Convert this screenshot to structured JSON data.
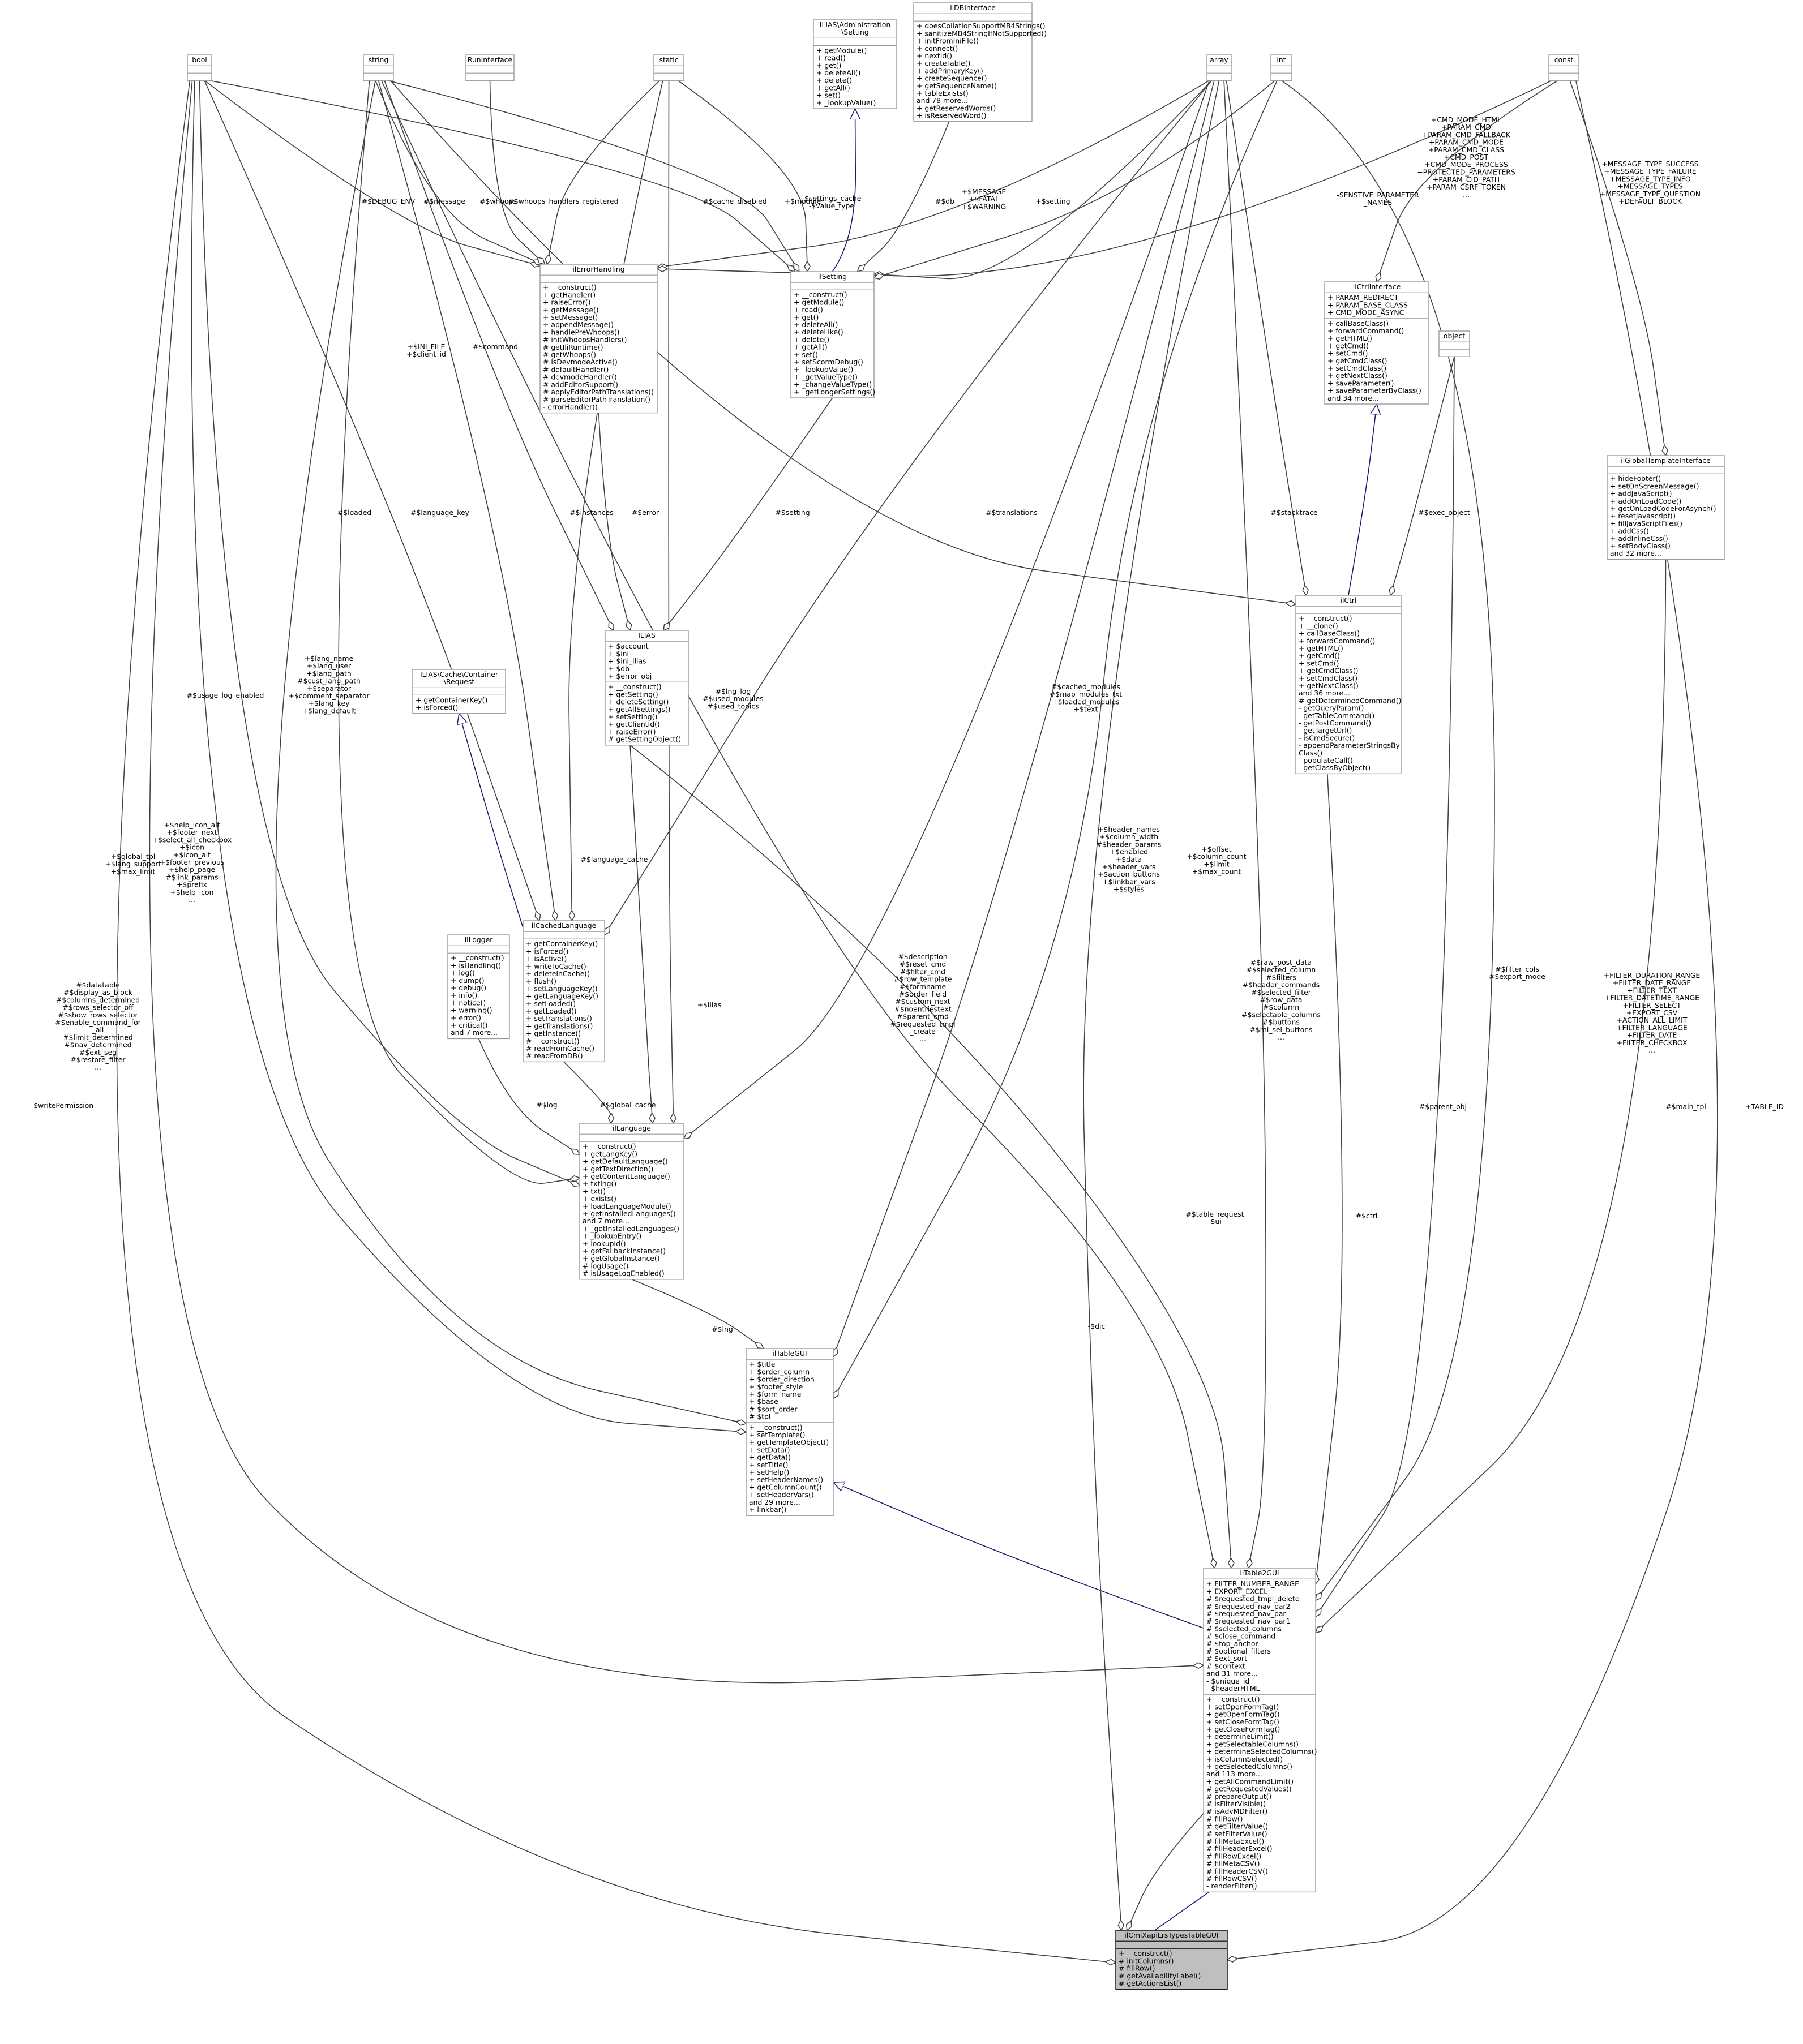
{
  "diagram": {
    "type": "doxygen-collaboration-graph",
    "colors": {
      "inheritance": "#191970",
      "association": "#404040",
      "highlight_fill": "#bfbfbf",
      "box_stroke": "#000000"
    },
    "nodes": [
      {
        "id": "bool",
        "title": [
          "bool"
        ],
        "attrs": [],
        "methods": []
      },
      {
        "id": "string",
        "title": [
          "string"
        ],
        "attrs": [],
        "methods": []
      },
      {
        "id": "run",
        "title": [
          "RunInterface"
        ],
        "attrs": [],
        "methods": []
      },
      {
        "id": "static",
        "title": [
          "static"
        ],
        "attrs": [],
        "methods": []
      },
      {
        "id": "adminSetting",
        "title": [
          "ILIAS\\Administration",
          "\\Setting"
        ],
        "attrs": [],
        "methods": [
          "+ getModule()",
          "+ read()",
          "+ get()",
          "+ deleteAll()",
          "+ delete()",
          "+ getAll()",
          "+ set()",
          "+ _lookupValue()"
        ]
      },
      {
        "id": "dbi",
        "title": [
          "ilDBInterface"
        ],
        "attrs": [],
        "methods": [
          "+ doesCollationSupportMB4Strings()",
          "+ sanitizeMB4StringIfNotSupported()",
          "+ initFromIniFile()",
          "+ connect()",
          "+ nextId()",
          "+ createTable()",
          "+ addPrimaryKey()",
          "+ createSequence()",
          "+ getSequenceName()",
          "+ tableExists()",
          "and 78 more...",
          "+ getReservedWords()",
          "+ isReservedWord()"
        ]
      },
      {
        "id": "array",
        "title": [
          "array"
        ],
        "attrs": [],
        "methods": []
      },
      {
        "id": "int",
        "title": [
          "int"
        ],
        "attrs": [],
        "methods": []
      },
      {
        "id": "const",
        "title": [
          "const"
        ],
        "attrs": [],
        "methods": []
      },
      {
        "id": "errh",
        "title": [
          "ilErrorHandling"
        ],
        "attrs": [],
        "methods": [
          "+ __construct()",
          "+ getHandler()",
          "+ raiseError()",
          "+ getMessage()",
          "+ setMessage()",
          "+ appendMessage()",
          "+ handlePreWhoops()",
          "# initWhoopsHandlers()",
          "# getIliRuntime()",
          "# getWhoops()",
          "# isDevmodeActive()",
          "# defaultHandler()",
          "# devmodeHandler()",
          "# addEditorSupport()",
          "# applyEditorPathTranslations()",
          "# parseEditorPathTranslation()",
          "- errorHandler()"
        ]
      },
      {
        "id": "ilsetting",
        "title": [
          "ilSetting"
        ],
        "attrs": [],
        "methods": [
          "+ __construct()",
          "+ getModule()",
          "+ read()",
          "+ get()",
          "+ deleteAll()",
          "+ deleteLike()",
          "+ delete()",
          "+ getAll()",
          "+ set()",
          "+ setScormDebug()",
          "+ _lookupValue()",
          "+ _getValueType()",
          "+ _changeValueType()",
          "+ _getLongerSettings()"
        ]
      },
      {
        "id": "ctrlif",
        "title": [
          "ilCtrlInterface"
        ],
        "attrs": [
          "+ PARAM_REDIRECT",
          "+ PARAM_BASE_CLASS",
          "+ CMD_MODE_ASYNC"
        ],
        "methods": [
          "+ callBaseClass()",
          "+ forwardCommand()",
          "+ getHTML()",
          "+ getCmd()",
          "+ setCmd()",
          "+ getCmdClass()",
          "+ setCmdClass()",
          "+ getNextClass()",
          "+ saveParameter()",
          "+ saveParameterByClass()",
          "and 34 more..."
        ]
      },
      {
        "id": "object",
        "title": [
          "object"
        ],
        "attrs": [],
        "methods": []
      },
      {
        "id": "gtpl",
        "title": [
          "ilGlobalTemplateInterface"
        ],
        "attrs": [],
        "methods": [
          "+ hideFooter()",
          "+ setOnScreenMessage()",
          "+ addJavaScript()",
          "+ addOnLoadCode()",
          "+ getOnLoadCodeForAsynch()",
          "+ resetJavascript()",
          "+ fillJavaScriptFiles()",
          "+ addCss()",
          "+ addInlineCss()",
          "+ setBodyClass()",
          "and 32 more..."
        ]
      },
      {
        "id": "ilias",
        "title": [
          "ILIAS"
        ],
        "attrs": [
          "+ $account",
          "+ $ini",
          "+ $ini_ilias",
          "+ $db",
          "+ $error_obj"
        ],
        "methods": [
          "+ __construct()",
          "+ getSetting()",
          "+ deleteSetting()",
          "+ getAllSettings()",
          "+ setSetting()",
          "+ getClientId()",
          "+ raiseError()",
          "# getSettingObject()"
        ]
      },
      {
        "id": "ilctrl",
        "title": [
          "ilCtrl"
        ],
        "attrs": [],
        "methods": [
          "+ __construct()",
          "+ __clone()",
          "+ callBaseClass()",
          "+ forwardCommand()",
          "+ getHTML()",
          "+ getCmd()",
          "+ setCmd()",
          "+ getCmdClass()",
          "+ setCmdClass()",
          "+ getNextClass()",
          "and 36 more...",
          "# getDeterminedCommand()",
          "- getQueryParam()",
          "- getTableCommand()",
          "- getPostCommand()",
          "- getTargetUrl()",
          "- isCmdSecure()",
          "- appendParameterStringsBy",
          "Class()",
          "- populateCall()",
          "- getClassByObject()"
        ]
      },
      {
        "id": "request",
        "title": [
          "ILIAS\\Cache\\Container",
          "\\Request"
        ],
        "attrs": [],
        "methods": [
          "+ getContainerKey()",
          "+ isForced()"
        ]
      },
      {
        "id": "cachedlang",
        "title": [
          "ilCachedLanguage"
        ],
        "attrs": [],
        "methods": [
          "+ getContainerKey()",
          "+ isForced()",
          "+ isActive()",
          "+ writeToCache()",
          "+ deleteInCache()",
          "+ flush()",
          "+ setLanguageKey()",
          "+ getLanguageKey()",
          "+ setLoaded()",
          "+ getLoaded()",
          "+ setTranslations()",
          "+ getTranslations()",
          "+ getInstance()",
          "# __construct()",
          "# readFromCache()",
          "# readFromDB()"
        ]
      },
      {
        "id": "logger",
        "title": [
          "ilLogger"
        ],
        "attrs": [],
        "methods": [
          "+ __construct()",
          "+ isHandling()",
          "+ log()",
          "+ dump()",
          "+ debug()",
          "+ info()",
          "+ notice()",
          "+ warning()",
          "+ error()",
          "+ critical()",
          "and 7 more..."
        ]
      },
      {
        "id": "lang",
        "title": [
          "ilLanguage"
        ],
        "attrs": [],
        "methods": [
          "+ __construct()",
          "+ getLangKey()",
          "+ getDefaultLanguage()",
          "+ getTextDirection()",
          "+ getContentLanguage()",
          "+ txtlng()",
          "+ txt()",
          "+ exists()",
          "+ loadLanguageModule()",
          "+ getInstalledLanguages()",
          "and 7 more...",
          "+ _getInstalledLanguages()",
          "+ _lookupEntry()",
          "+ lookupId()",
          "+ getFallbackInstance()",
          "+ getGlobalInstance()",
          "# logUsage()",
          "# isUsageLogEnabled()"
        ]
      },
      {
        "id": "tablegui",
        "title": [
          "ilTableGUI"
        ],
        "attrs": [
          "+ $title",
          "+ $order_column",
          "+ $order_direction",
          "+ $footer_style",
          "+ $form_name",
          "+ $base",
          "# $sort_order",
          "# $tpl"
        ],
        "methods": [
          "+ __construct()",
          "+ setTemplate()",
          "+ getTemplateObject()",
          "+ setData()",
          "+ getData()",
          "+ setTitle()",
          "+ setHelp()",
          "+ setHeaderNames()",
          "+ getColumnCount()",
          "+ setHeaderVars()",
          "and 29 more...",
          "+ linkbar()"
        ]
      },
      {
        "id": "table2",
        "title": [
          "ilTable2GUI"
        ],
        "attrs": [
          "+ FILTER_NUMBER_RANGE",
          "+ EXPORT_EXCEL",
          "# $requested_tmpl_delete",
          "# $requested_nav_par2",
          "# $requested_nav_par",
          "# $requested_nav_par1",
          "# $selected_columns",
          "# $close_command",
          "# $top_anchor",
          "# $optional_filters",
          "# $ext_sort",
          "# $context",
          "and 31 more...",
          "- $unique_id",
          "- $headerHTML"
        ],
        "methods": [
          "+ __construct()",
          "+ setOpenFormTag()",
          "+ getOpenFormTag()",
          "+ setCloseFormTag()",
          "+ getCloseFormTag()",
          "+ determineLimit()",
          "+ getSelectableColumns()",
          "+ determineSelectedColumns()",
          "+ isColumnSelected()",
          "+ getSelectedColumns()",
          "and 113 more...",
          "+ getAllCommandLimit()",
          "# getRequestedValues()",
          "# prepareOutput()",
          "# isFilterVisible()",
          "# isAdvMDFilter()",
          "# fillRow()",
          "# getFilterValue()",
          "# setFilterValue()",
          "# fillMetaExcel()",
          "# fillHeaderExcel()",
          "# fillRowExcel()",
          "# fillMetaCSV()",
          "# fillHeaderCSV()",
          "# fillRowCSV()",
          "- renderFilter()"
        ]
      },
      {
        "id": "main",
        "title": [
          "ilCmiXapiLrsTypesTableGUI"
        ],
        "attrs": [],
        "methods": [
          "+ __construct()",
          "# initColumns()",
          "# fillRow()",
          "# getAvailabilityLabel()",
          "# getActionsList()"
        ]
      }
    ],
    "edge_labels": [
      {
        "id": "wp",
        "lines": [
          "-$writePermission"
        ]
      },
      {
        "id": "debugenv",
        "lines": [
          "#$DEBUG_ENV"
        ]
      },
      {
        "id": "message",
        "lines": [
          "#$message"
        ]
      },
      {
        "id": "whoops",
        "lines": [
          "#$whoops"
        ]
      },
      {
        "id": "whooph",
        "lines": [
          "#$whoops_handlers_registered"
        ]
      },
      {
        "id": "cachedis",
        "lines": [
          "#$cache_disabled"
        ]
      },
      {
        "id": "module",
        "lines": [
          "+$module"
        ]
      },
      {
        "id": "scache",
        "lines": [
          "-$settings_cache",
          "-$value_type"
        ]
      },
      {
        "id": "db",
        "lines": [
          "#$db"
        ]
      },
      {
        "id": "msgs",
        "lines": [
          "+$MESSAGE",
          "+$FATAL",
          "+$WARNING"
        ]
      },
      {
        "id": "setting1",
        "lines": [
          "+$setting"
        ]
      },
      {
        "id": "sensitive",
        "lines": [
          "-SENSTIVE_PARAMETER",
          "_NAMES"
        ]
      },
      {
        "id": "cmdmode",
        "lines": [
          "+CMD_MODE_HTML",
          "+PARAM_CMD",
          "+PARAM_CMD_FALLBACK",
          "+PARAM_CMD_MODE",
          "+PARAM_CMD_CLASS",
          "+CMD_POST",
          "+CMD_MODE_PROCESS",
          "+PROTECTED_PARAMETERS",
          "+PARAM_CID_PATH",
          "+PARAM_CSRF_TOKEN",
          "..."
        ]
      },
      {
        "id": "msgtypes",
        "lines": [
          "+MESSAGE_TYPE_SUCCESS",
          "+MESSAGE_TYPE_FAILURE",
          "+MESSAGE_TYPE_INFO",
          "+MESSAGE_TYPES",
          "+MESSAGE_TYPE_QUESTION",
          "+DEFAULT_BLOCK"
        ]
      },
      {
        "id": "inifile",
        "lines": [
          "+$INI_FILE",
          "+$client_id"
        ]
      },
      {
        "id": "command",
        "lines": [
          "#$command"
        ]
      },
      {
        "id": "loaded",
        "lines": [
          "#$loaded"
        ]
      },
      {
        "id": "langkey",
        "lines": [
          "#$language_key"
        ]
      },
      {
        "id": "instances",
        "lines": [
          "#$instances"
        ]
      },
      {
        "id": "error",
        "lines": [
          "#$error"
        ]
      },
      {
        "id": "setting2",
        "lines": [
          "#$setting"
        ]
      },
      {
        "id": "translations",
        "lines": [
          "#$translations"
        ]
      },
      {
        "id": "stacktrace",
        "lines": [
          "#$stacktrace"
        ]
      },
      {
        "id": "execobj",
        "lines": [
          "#$exec_object"
        ]
      },
      {
        "id": "usagelog",
        "lines": [
          "#$usage_log_enabled"
        ]
      },
      {
        "id": "langname",
        "lines": [
          "+$lang_name",
          "+$lang_user",
          "+$lang_path",
          "#$cust_lang_path",
          "+$separator",
          "+$comment_separator",
          "+$lang_key",
          "+$lang_default"
        ]
      },
      {
        "id": "lnglog",
        "lines": [
          "#$lng_log",
          "#$used_modules",
          "#$used_topics"
        ]
      },
      {
        "id": "cachedmod",
        "lines": [
          "#$cached_modules",
          "#$map_modules_txt",
          "+$loaded_modules",
          "+$text"
        ]
      },
      {
        "id": "langcache",
        "lines": [
          "#$language_cache"
        ]
      },
      {
        "id": "helpicon",
        "lines": [
          "+$help_icon_alt",
          "+$footer_next",
          "+$select_all_checkbox",
          "+$icon",
          "+$icon_alt",
          "+$footer_previous",
          "+$help_page",
          "#$link_params",
          "+$prefix",
          "+$help_icon",
          "..."
        ]
      },
      {
        "id": "globaltpl",
        "lines": [
          "+$global_tpl",
          "+$lang_support",
          "+$max_limit"
        ]
      },
      {
        "id": "headernames",
        "lines": [
          "+$header_names",
          "+$column_width",
          "#$header_params",
          "+$enabled",
          "+$data",
          "+$header_vars",
          "+$action_buttons",
          "+$linkbar_vars",
          "+$styles"
        ]
      },
      {
        "id": "offset",
        "lines": [
          "+$offset",
          "+$column_count",
          "+$limit",
          "+$max_count"
        ]
      },
      {
        "id": "ilias",
        "lines": [
          "+$ilias"
        ]
      },
      {
        "id": "log",
        "lines": [
          "#$log"
        ]
      },
      {
        "id": "globalcache",
        "lines": [
          "#$global_cache"
        ]
      },
      {
        "id": "datatable",
        "lines": [
          "#$datatable",
          "#$display_as_block",
          "#$columns_determined",
          "#$rows_selector_off",
          "#$show_rows_selector",
          "#$enable_command_for",
          "_all",
          "#$limit_determined",
          "#$nav_determined",
          "#$ext_seg",
          "#$restore_filter",
          "..."
        ]
      },
      {
        "id": "desc",
        "lines": [
          "#$description",
          "#$reset_cmd",
          "#$filter_cmd",
          "#$row_template",
          "#$formname",
          "#$order_field",
          "#$custom_next",
          "#$noentriestext",
          "#$parent_cmd",
          "#$requested_tmpl",
          "_create",
          "..."
        ]
      },
      {
        "id": "rawpost",
        "lines": [
          "#$raw_post_data",
          "#$selected_column",
          "#$filters",
          "#$header_commands",
          "#$selected_filter",
          "#$row_data",
          "#$column",
          "#$selectable_columns",
          "#$buttons",
          "#$mi_sel_buttons",
          "..."
        ]
      },
      {
        "id": "filtercols",
        "lines": [
          "#$filter_cols",
          "#$export_mode"
        ]
      },
      {
        "id": "filterdur",
        "lines": [
          "+FILTER_DURATION_RANGE",
          "+FILTER_DATE_RANGE",
          "+FILTER_TEXT",
          "+FILTER_DATETIME_RANGE",
          "+FILTER_SELECT",
          "+EXPORT_CSV",
          "+ACTION_ALL_LIMIT",
          "+FILTER_LANGUAGE",
          "+FILTER_DATE",
          "+FILTER_CHECKBOX",
          "..."
        ]
      },
      {
        "id": "lng",
        "lines": [
          "#$lng"
        ]
      },
      {
        "id": "dic",
        "lines": [
          "-$dic"
        ]
      },
      {
        "id": "tablereq",
        "lines": [
          "#$table_request",
          "-$ui"
        ]
      },
      {
        "id": "ctrl",
        "lines": [
          "#$ctrl"
        ]
      },
      {
        "id": "parentobj",
        "lines": [
          "#$parent_obj"
        ]
      },
      {
        "id": "maintpl",
        "lines": [
          "#$main_tpl"
        ]
      },
      {
        "id": "tableid",
        "lines": [
          "+TABLE_ID"
        ]
      }
    ]
  }
}
